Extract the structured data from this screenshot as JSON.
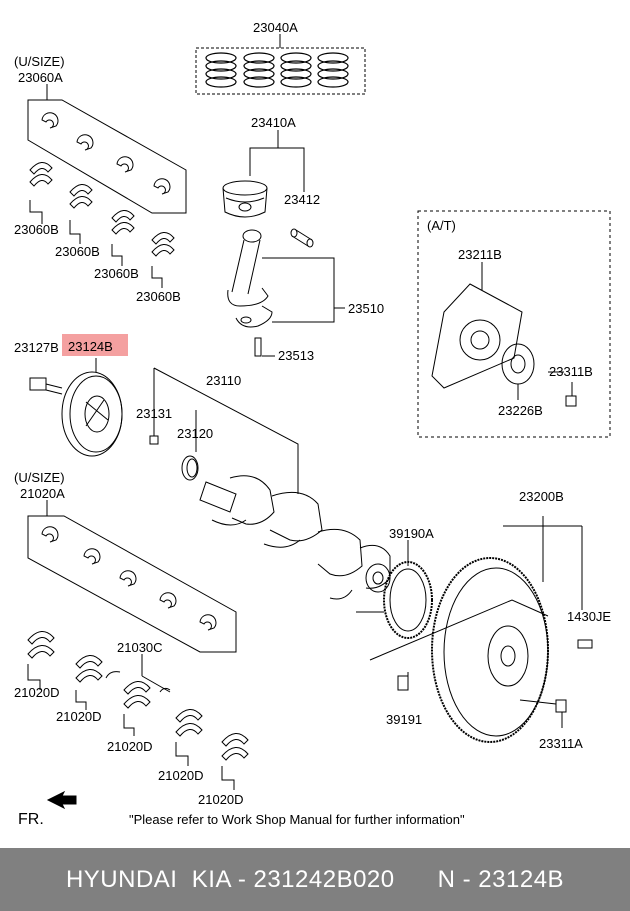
{
  "labels": {
    "rings": "23040A",
    "piston_assy": "23410A",
    "pin": "23412",
    "rod": "23510",
    "rod_bolt": "23513",
    "usize_top": "(U/SIZE)",
    "rod_bearing_set": "23060A",
    "rod_bearing_1": "23060B",
    "rod_bearing_2": "23060B",
    "rod_bearing_3": "23060B",
    "rod_bearing_4": "23060B",
    "at": "(A/T)",
    "drive_plate": "23211B",
    "adapter_plate": "23226B",
    "plate_bolt": "23311B",
    "pulley_bolt": "23127B",
    "pulley": "23124B",
    "crank_assy": "23110",
    "key": "23131",
    "sprocket": "23120",
    "usize_bottom": "(U/SIZE)",
    "main_bearing_set": "21020A",
    "main_bearing_1": "21020D",
    "main_bearing_2": "21020D",
    "main_bearing_3": "21020D",
    "main_bearing_4": "21020D",
    "main_bearing_5": "21020D",
    "thrust_washer": "21030C",
    "ring_gear": "39190A",
    "ring_gear_bolt": "39191",
    "flywheel": "23200B",
    "dowel": "1430JE",
    "flywheel_bolt": "23311A",
    "front": "FR.",
    "note": "\"Please refer to Work Shop Manual for further information\""
  },
  "highlight_color": "#f4a0a0",
  "footer": {
    "brand": "HYUNDAI  KIA - 231242B020",
    "ref": "N - 23124B"
  }
}
